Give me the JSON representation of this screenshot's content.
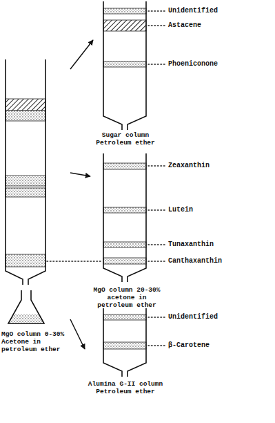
{
  "diagram": {
    "nodes": [
      {
        "text": [
          "MgO column 0-30% Acetone in petroleum ether"
        ]
      },
      {
        "text": [
          "Sugar column Petroleum ether"
        ]
      },
      {
        "text": [
          "MgO column 20-30% acetone in petroleum ether"
        ]
      },
      {
        "text": [
          "Alumina G-II column Petroleum ether"
        ]
      }
    ],
    "edges": [
      {
        "from": 0,
        "to": 1,
        "arrow": "to"
      },
      {
        "from": 0,
        "to": 2,
        "arrow": "to"
      },
      {
        "from": 0,
        "to": 3,
        "arrow": "to"
      }
    ],
    "labels": [
      "Unidentified",
      "Astacene",
      "Phoeniconone",
      "Zeaxanthin",
      "Lutein",
      "Tunaxanthin",
      "Canthaxanthin",
      "Unidentified",
      "β-Carotene"
    ]
  }
}
